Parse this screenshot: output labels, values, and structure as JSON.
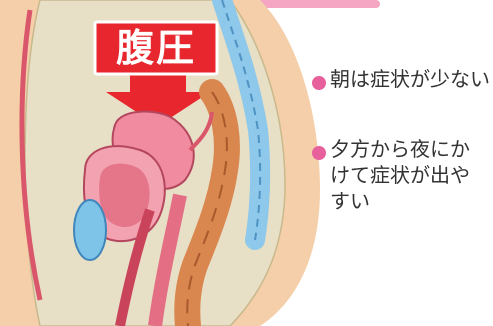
{
  "arrow_label": "腹圧",
  "bullets": [
    {
      "text": "朝は症状が少ない"
    },
    {
      "text": "夕方から夜にかけて症状が出やすい"
    }
  ],
  "colors": {
    "arrow_red": "#e8262d",
    "bullet_pink": "#e8609b",
    "skin": "#f4cfa9",
    "inner_body": "#e7dfc6",
    "spine_blue": "#8ec8ea",
    "uterus_pink": "#f08ba0",
    "colon_orange": "#d9864f",
    "bladder_blue": "#7ec3e8"
  }
}
